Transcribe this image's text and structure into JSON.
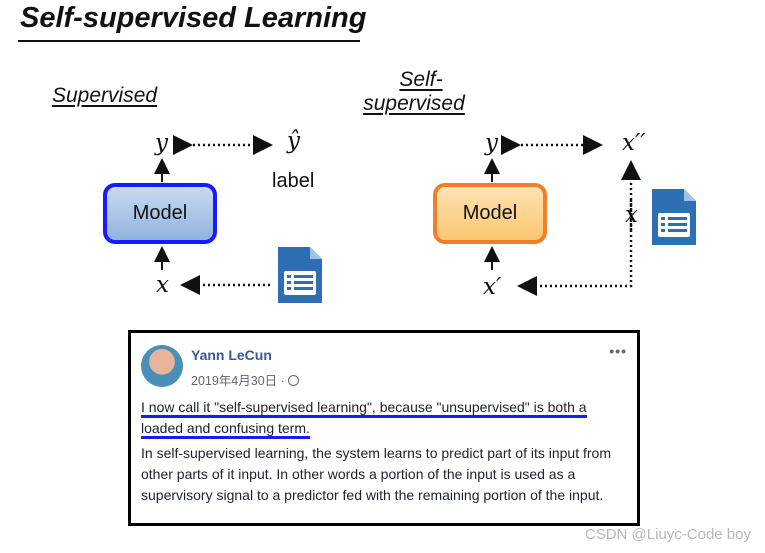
{
  "title": "Self-supervised Learning",
  "supervised": {
    "label": "Supervised",
    "model": "Model",
    "y": "y",
    "y_hat": "ŷ",
    "label_text": "label",
    "x": "x"
  },
  "self_supervised": {
    "label_line1": "Self-",
    "label_line2": "supervised",
    "model": "Model",
    "y": "y",
    "x_double_prime": "x′′",
    "x_side": "x",
    "x_prime": "x′"
  },
  "post": {
    "author": "Yann LeCun",
    "date": "2019年4月30日 · ",
    "more": "•••",
    "quote": "I now call it \"self-supervised learning\", because \"unsupervised\" is both a loaded and confusing term.",
    "body": "In self-supervised learning, the system learns to predict part of its input from other parts of it input. In other words a portion of the input is used as a supervisory signal to a predictor fed with the remaining portion of the input."
  },
  "watermark": "CSDN @Liuyc-Code boy",
  "colors": {
    "supervised_border": "#1a1aff",
    "self_border": "#f07f2a",
    "icon_blue": "#2e6fb3"
  }
}
